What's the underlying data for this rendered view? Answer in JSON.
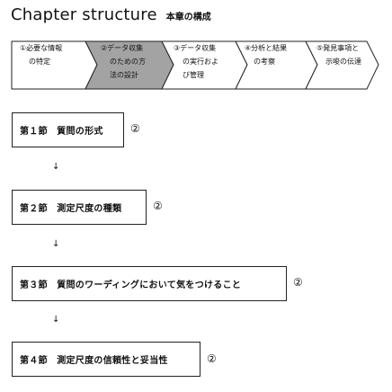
{
  "heading": {
    "en": "Chapter structure",
    "ja": "本章の構成"
  },
  "steps": [
    {
      "line1": "①必要な情報",
      "line2": "の特定",
      "active": false
    },
    {
      "line1": "②データ収集",
      "line2": "のための方",
      "line3": "法の設計",
      "active": true
    },
    {
      "line1": "③データ収集",
      "line2": "の実行およ",
      "line3": "び管理",
      "active": false
    },
    {
      "line1": "④分析と結果",
      "line2": "の考察",
      "active": false
    },
    {
      "line1": "⑤発見事項と",
      "line2": "示唆の伝達",
      "active": false
    }
  ],
  "colors": {
    "active_fill": "#a3a3a3",
    "line": "#222222"
  },
  "sections": [
    {
      "label": "第１節　質問の形式",
      "ref": "②"
    },
    {
      "label": "第２節　測定尺度の種類",
      "ref": "②"
    },
    {
      "label": "第３節　質問のワーディングにおいて気をつけること",
      "ref": "②"
    },
    {
      "label": "第４節　測定尺度の信頼性と妥当性",
      "ref": "②"
    }
  ],
  "arrow_glyph": "↓"
}
